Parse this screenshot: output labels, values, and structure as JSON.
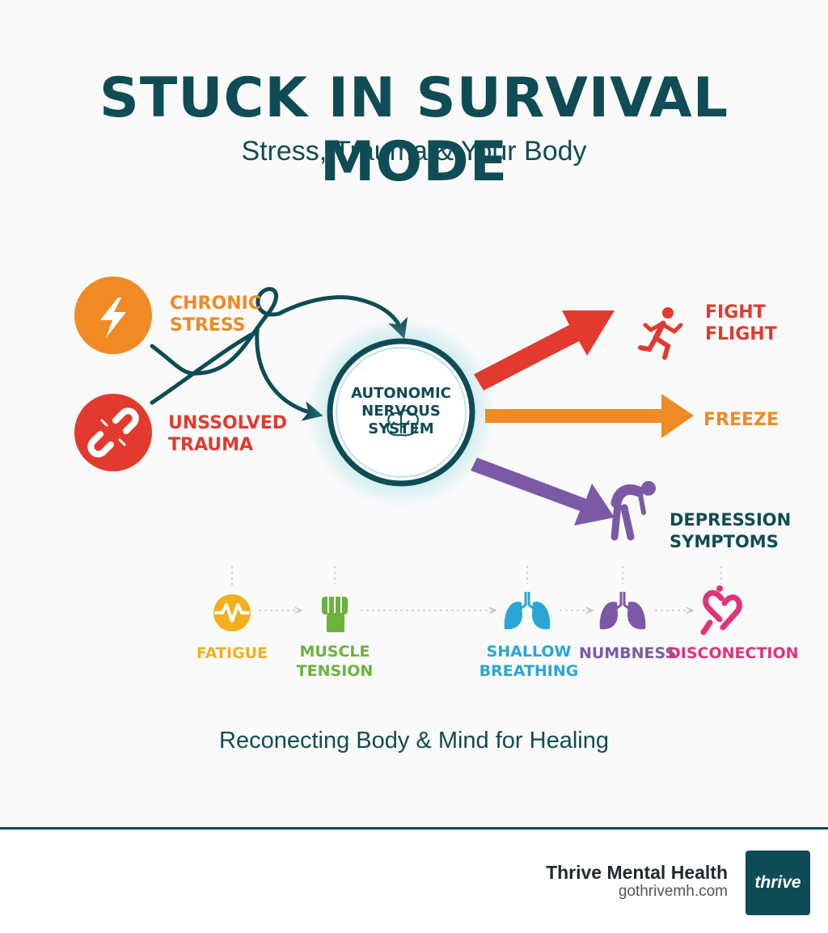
{
  "header": {
    "title": "STUCK IN SURVIVAL MODE",
    "subtitle": "Stress, Trauma & Your Body"
  },
  "causes": [
    {
      "line1": "CHRONIC",
      "line2": "STRESS",
      "icon": "lightning-icon",
      "color": "#f08a24"
    },
    {
      "line1": "UNSSOLVED",
      "line2": "TRAUMA",
      "icon": "broken-chain-icon",
      "color": "#e23a2e"
    }
  ],
  "center": {
    "line1": "AUTONOMIC",
    "line2": "NERVOUS SYSTEM",
    "icon": "brain-icon"
  },
  "responses": [
    {
      "line1": "FIGHT",
      "line2": "FLIGHT",
      "icon": "running-person-icon",
      "color": "#e23a2e"
    },
    {
      "line1": "FREEZE",
      "line2": "",
      "color": "#f08a24"
    },
    {
      "line1": "DEPRESSION",
      "line2": "SYMPTOMS",
      "icon": "slumped-person-icon",
      "color": "#7b59a6"
    }
  ],
  "symptoms": [
    {
      "line1": "FATIGUE",
      "line2": "",
      "icon": "wave-icon",
      "color": "#f2b01e"
    },
    {
      "line1": "MUSCLE",
      "line2": "TENSION",
      "icon": "fist-icon",
      "color": "#6ab33e"
    },
    {
      "line1": "SHALLOW",
      "line2": "BREATHING",
      "icon": "lungs-icon",
      "color": "#2aa6d6"
    },
    {
      "line1": "NUMBNESS",
      "line2": "",
      "icon": "lungs-icon",
      "color": "#7b59a6"
    },
    {
      "line1": "DISCONECTION",
      "line2": "",
      "icon": "disconnected-heart-icon",
      "color": "#e0337a"
    }
  ],
  "tagline": "Reconecting Body & Mind for Healing",
  "footer": {
    "brand_name": "Thrive Mental Health",
    "brand_url": "gothrivemh.com",
    "logo_text": "thrive"
  }
}
